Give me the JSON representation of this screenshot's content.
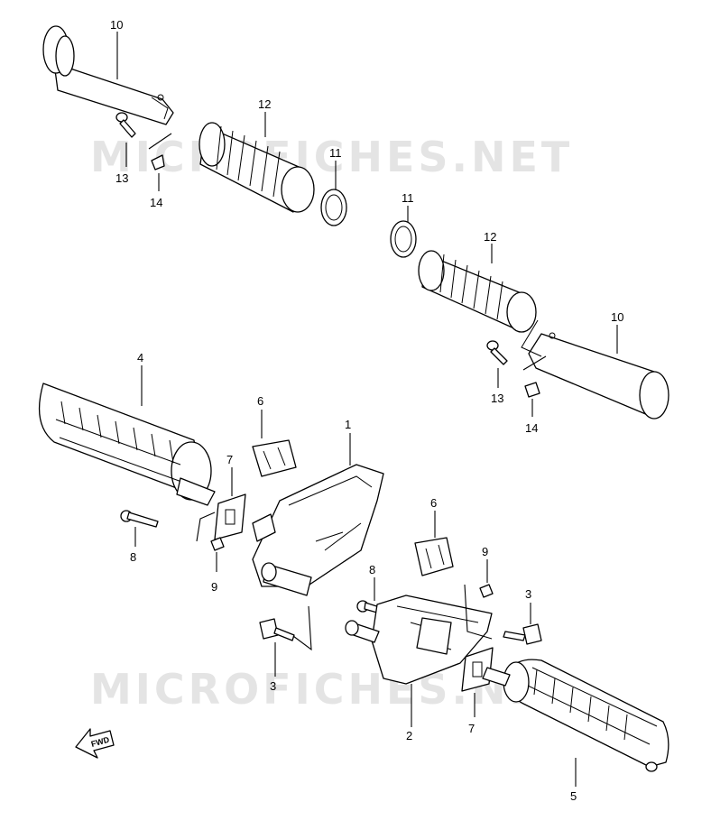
{
  "watermark": "MICROFICHES.NET",
  "fwd_label": "FWD",
  "callouts": {
    "c10_top": "10",
    "c12_top": "12",
    "c11_top": "11",
    "c13_top": "13",
    "c14_top": "14",
    "c11_mid": "11",
    "c12_mid": "12",
    "c10_mid": "10",
    "c13_mid": "13",
    "c14_mid": "14",
    "c4": "4",
    "c6_left": "6",
    "c1": "1",
    "c7_left": "7",
    "c8_left": "8",
    "c9_left": "9",
    "c3_left": "3",
    "c6_right": "6",
    "c9_right": "9",
    "c8_right": "8",
    "c3_right": "3",
    "c2": "2",
    "c7_right": "7",
    "c5": "5"
  }
}
